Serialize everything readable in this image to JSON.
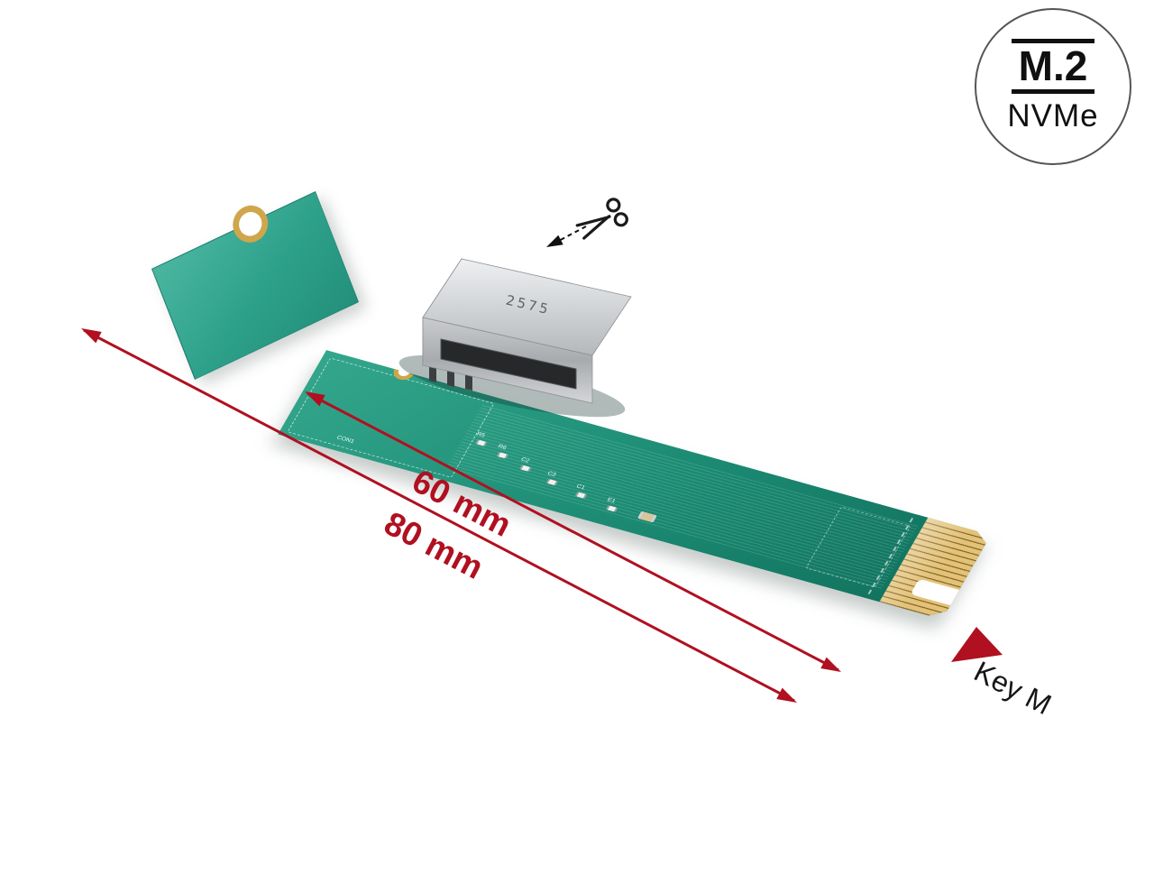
{
  "badge": {
    "title": "M.2",
    "subtitle": "NVMe"
  },
  "annotations": {
    "dim60": "60 mm",
    "dim80": "80 mm",
    "key_m": "Key M"
  },
  "connector": {
    "marking": "2575"
  },
  "pcb": {
    "silkscreen": [
      "R5",
      "R6",
      "C2",
      "C3",
      "C1",
      "E1",
      "CON1"
    ]
  },
  "icons": {
    "scissors_icon": "✂",
    "key_m_pointer_icon": "▲"
  },
  "colors": {
    "dimension_red": "#b01020",
    "pcb_green": "#1f8f77",
    "edge_gold": "#d2ab58",
    "connector_silver": "#c9ccce"
  }
}
